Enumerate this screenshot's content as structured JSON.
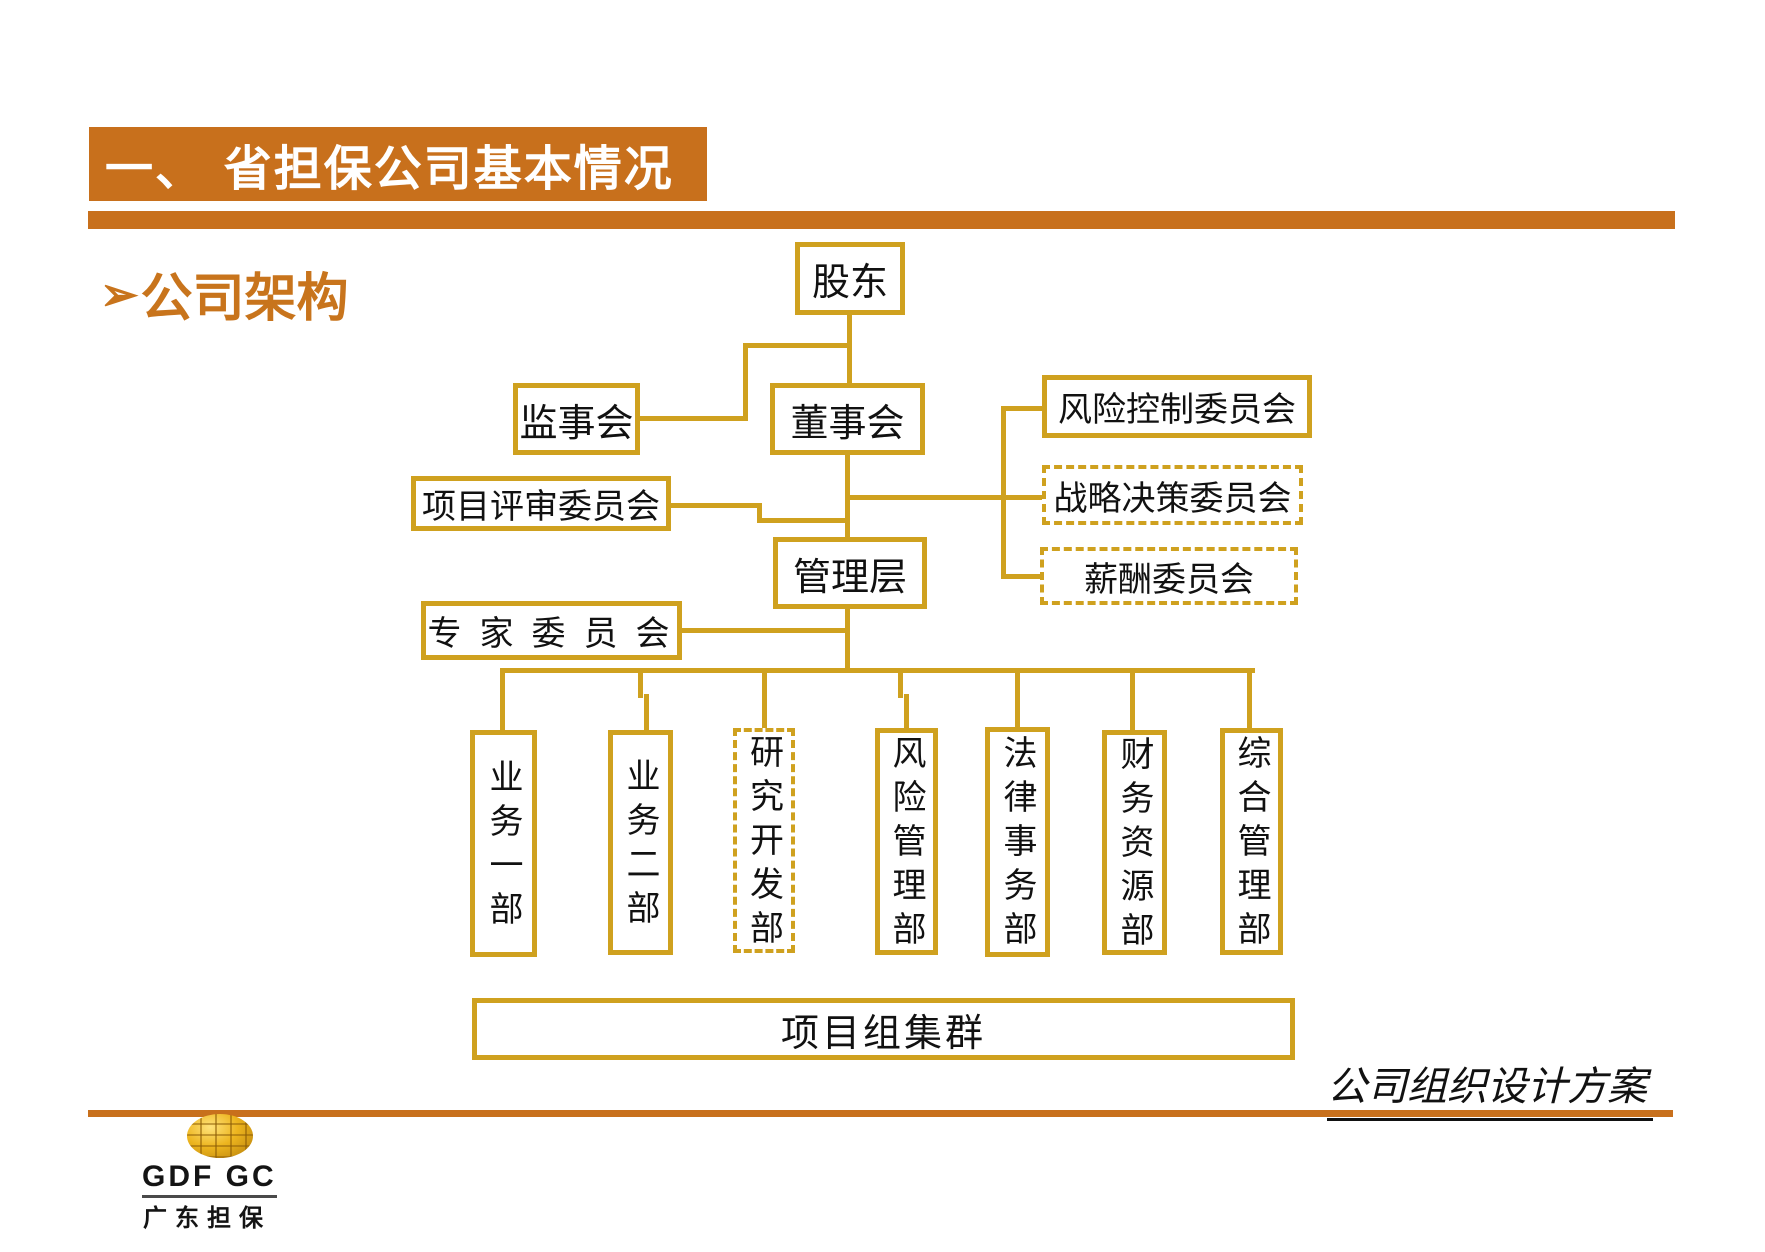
{
  "slide": {
    "banner_title": "一、 省担保公司基本情况",
    "section_bullet": "➢",
    "section_heading": "公司架构",
    "footer_caption": "公司组织设计方案"
  },
  "colors": {
    "accent_orange": "#C8701C",
    "gold_border": "#CFA11F",
    "text_black": "#111111",
    "banner_text": "#FFFFFF"
  },
  "logo": {
    "line1": "GDF GC",
    "line2": "广东担保",
    "icon": "gold-building-ellipse-icon"
  },
  "org": {
    "nodes": [
      {
        "id": "shareholders",
        "label": "股东",
        "dashed": false
      },
      {
        "id": "supervisory-board",
        "label": "监事会",
        "dashed": false
      },
      {
        "id": "board-of-directors",
        "label": "董事会",
        "dashed": false
      },
      {
        "id": "risk-control-committee",
        "label": "风险控制委员会",
        "dashed": false
      },
      {
        "id": "project-review-committee",
        "label": "项目评审委员会",
        "dashed": false
      },
      {
        "id": "strategic-decision-committee",
        "label": "战略决策委员会",
        "dashed": true
      },
      {
        "id": "management",
        "label": "管理层",
        "dashed": false
      },
      {
        "id": "compensation-committee",
        "label": "薪酬委员会",
        "dashed": true
      },
      {
        "id": "expert-committee",
        "label": "专家委员会",
        "dashed": false
      },
      {
        "id": "business-dept-1",
        "label": "业务一部",
        "dashed": false
      },
      {
        "id": "business-dept-2",
        "label": "业务二部",
        "dashed": false
      },
      {
        "id": "research-development-dept",
        "label": "研究开发部",
        "dashed": true
      },
      {
        "id": "risk-management-dept",
        "label": "风险管理部",
        "dashed": false
      },
      {
        "id": "legal-affairs-dept",
        "label": "法律事务部",
        "dashed": false
      },
      {
        "id": "finance-resources-dept",
        "label": "财务资源部",
        "dashed": false
      },
      {
        "id": "general-management-dept",
        "label": "综合管理部",
        "dashed": false
      },
      {
        "id": "project-group-cluster",
        "label": "项目组集群",
        "dashed": false
      }
    ],
    "edges": [
      [
        "股东",
        "监事会"
      ],
      [
        "股东",
        "董事会"
      ],
      [
        "董事会",
        "项目评审委员会"
      ],
      [
        "董事会",
        "风险控制委员会"
      ],
      [
        "董事会",
        "战略决策委员会"
      ],
      [
        "董事会",
        "薪酬委员会"
      ],
      [
        "董事会",
        "管理层"
      ],
      [
        "管理层",
        "专家委员会"
      ],
      [
        "管理层",
        "业务一部"
      ],
      [
        "管理层",
        "业务二部"
      ],
      [
        "管理层",
        "研究开发部"
      ],
      [
        "管理层",
        "风险管理部"
      ],
      [
        "管理层",
        "法律事务部"
      ],
      [
        "管理层",
        "财务资源部"
      ],
      [
        "管理层",
        "综合管理部"
      ]
    ]
  }
}
